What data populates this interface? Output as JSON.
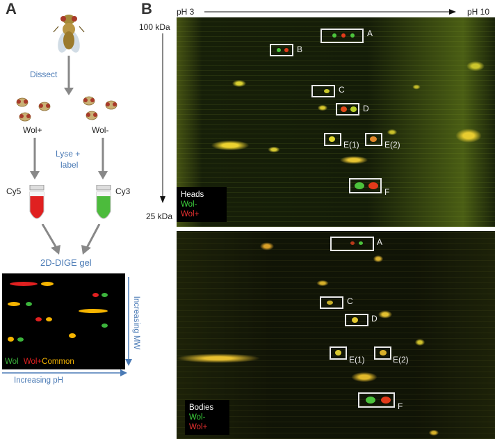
{
  "panel_a": {
    "letter": "A",
    "dissect": "Dissect",
    "wol_plus": "Wol+",
    "wol_minus": "Wol-",
    "lyse_label_line1": "Lyse +",
    "lyse_label_line2": "label",
    "cy5": "Cy5",
    "cy3": "Cy3",
    "gel_title": "2D-DIGE gel",
    "legend": {
      "wol": "Wol",
      "wol_plus": "Wol+",
      "common": "Common"
    },
    "axis_mw": "Increasing MW",
    "axis_ph": "Increasing pH",
    "colors": {
      "green": "#3cb43c",
      "red": "#e02020",
      "yellow": "#f5b400",
      "blue": "#4a7ab5"
    }
  },
  "panel_b": {
    "letter": "B",
    "ph_low": "pH 3",
    "ph_high": "pH 10",
    "mw_high": "100 kDa",
    "mw_low": "25 kDa",
    "heads_gel": {
      "legend": {
        "title": "Heads",
        "minus": "Wol-",
        "plus": "Wol+"
      },
      "boxes": [
        "A",
        "B",
        "C",
        "D",
        "E(1)",
        "E(2)",
        "F"
      ]
    },
    "bodies_gel": {
      "legend": {
        "title": "Bodies",
        "minus": "Wol-",
        "plus": "Wol+"
      },
      "boxes": [
        "A",
        "C",
        "D",
        "E(1)",
        "E(2)",
        "F"
      ]
    }
  }
}
